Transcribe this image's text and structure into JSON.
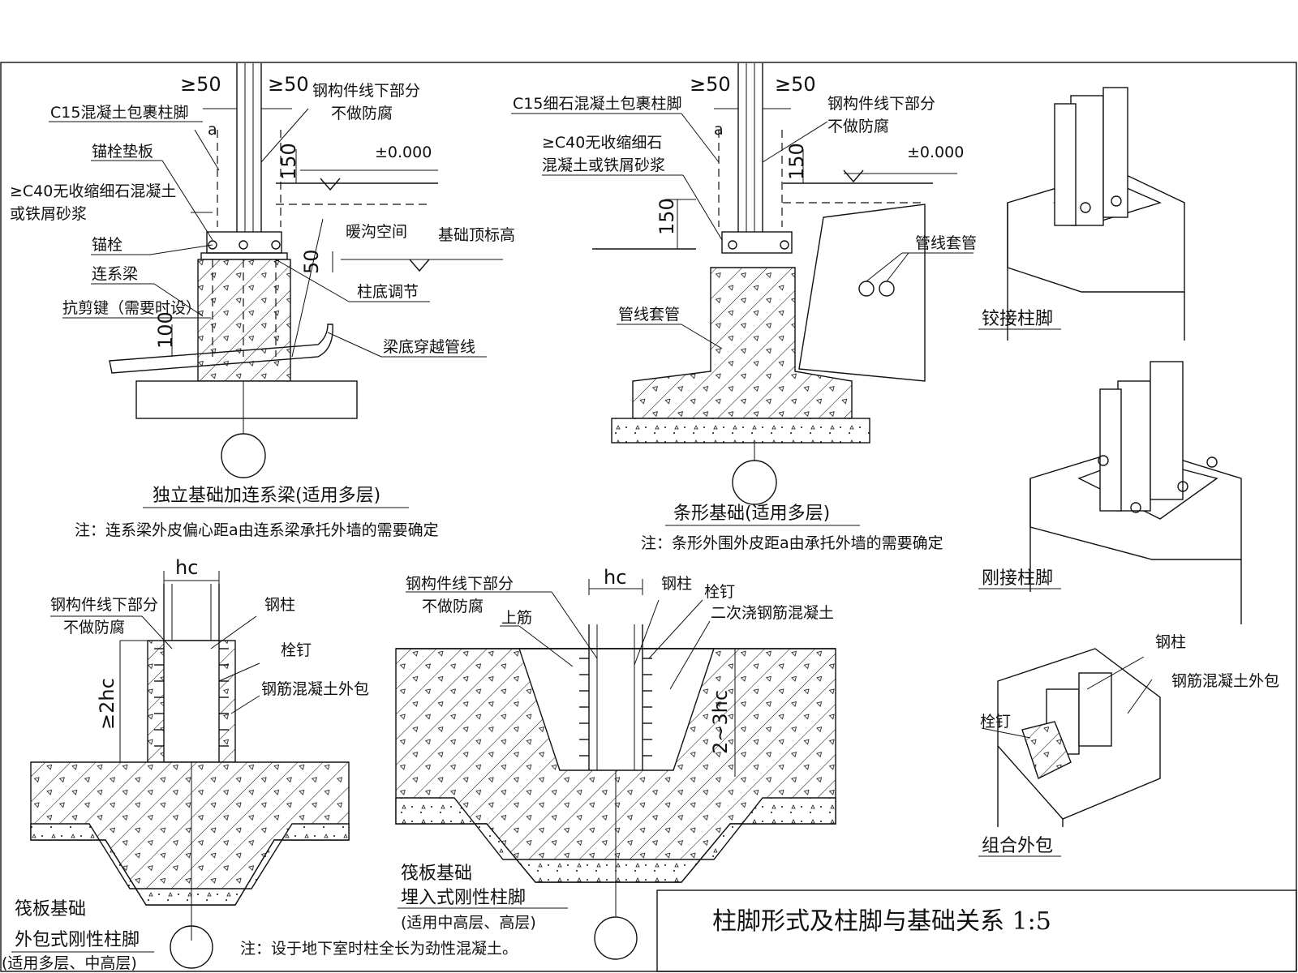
{
  "sheet_title": "柱脚形式及柱脚与基础关系 1:5",
  "dimensions": {
    "ge50": "≥50",
    "a": "a",
    "d150": "150",
    "d50": "50",
    "d100": "100",
    "hc": "hc",
    "ge2hc": "≥2hc",
    "hc2to3": "2~3hc"
  },
  "detail1": {
    "title": "独立基础加连系梁(适用多层)",
    "note": "注：连系梁外皮偏心距a由连系梁承托外墙的需要确定",
    "labels": {
      "encase": "C15混凝土包裹柱脚",
      "washer": "锚栓垫板",
      "grout_line1": "≥C40无收缩细石混凝土",
      "grout_line2": "或铁屑砂浆",
      "anchor": "锚栓",
      "tie_beam": "连系梁",
      "shear_key": "抗剪键（需要时设）",
      "no_paint_line1": "钢构件线下部分",
      "no_paint_line2": "不做防腐",
      "elev": "±0.000",
      "trench": "暖沟空间",
      "found_top": "基础顶标高",
      "base_adjust": "柱底调节",
      "pipe_through": "梁底穿越管线"
    }
  },
  "detail2": {
    "title": "条形基础(适用多层)",
    "note": "注：条形外围外皮距a由承托外墙的需要确定",
    "labels": {
      "encase": "C15细石混凝土包裹柱脚",
      "grout_line1": "≥C40无收缩细石",
      "grout_line2": "混凝土或铁屑砂浆",
      "no_paint_line1": "钢构件线下部分",
      "no_paint_line2": "不做防腐",
      "elev": "±0.000",
      "sleeve_right": "管线套管",
      "sleeve_left": "管线套管"
    }
  },
  "detail3": {
    "title_line1": "筏板基础",
    "title_line2": "外包式刚性柱脚",
    "title_line3": "(适用多层、中高层)",
    "labels": {
      "no_paint_line1": "钢构件线下部分",
      "no_paint_line2": "不做防腐",
      "column": "钢柱",
      "stud": "栓钉",
      "rc_encase": "钢筋混凝土外包"
    }
  },
  "detail4": {
    "title_line1": "筏板基础",
    "title_line2": "埋入式刚性柱脚",
    "title_line3": "(适用中高层、高层)",
    "note": "注：设于地下室时柱全长为劲性混凝土。",
    "labels": {
      "no_paint_line1": "钢构件线下部分",
      "no_paint_line2": "不做防腐",
      "top_bar": "上筋",
      "column": "钢柱",
      "stud": "栓钉",
      "second_pour": "二次浇钢筋混凝土"
    }
  },
  "iso_views": {
    "pinned": "铰接柱脚",
    "rigid": "刚接柱脚",
    "composite": "组合外包",
    "column": "钢柱",
    "rc_encase": "钢筋混凝土外包",
    "stud": "栓钉"
  }
}
